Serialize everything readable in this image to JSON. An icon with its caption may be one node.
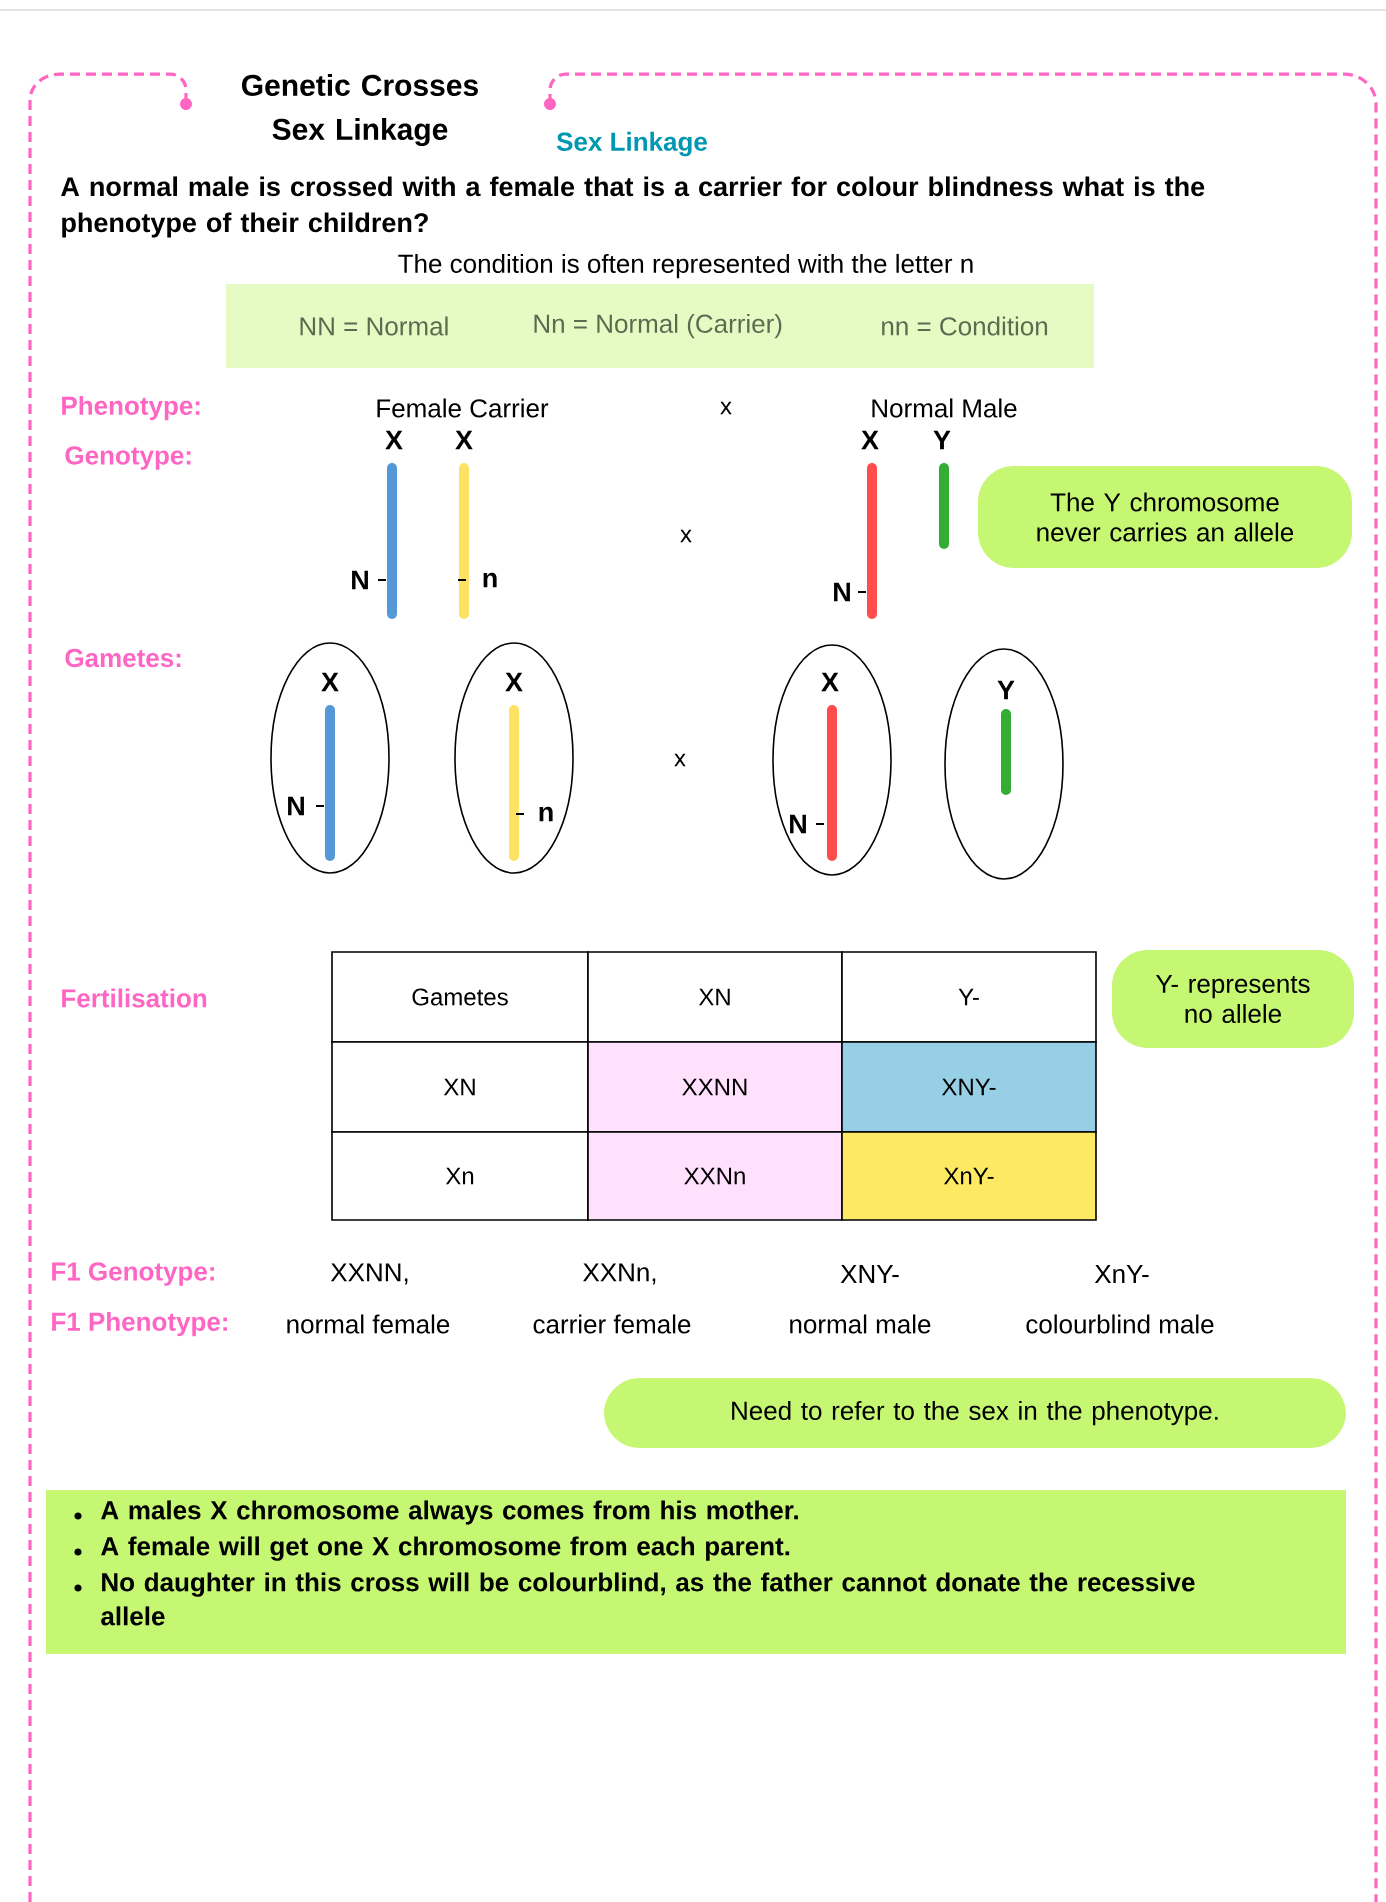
{
  "diagram": {
    "title": "Genetic Crosses Sex Linkage",
    "nodes": [
      {
        "text": [
          "NN = Normal",
          "Nn = Normal (Carrier)",
          "nn = Condition"
        ]
      },
      {
        "text": [
          "The Y chromosome never carries an allele"
        ]
      },
      {
        "text": [
          "X",
          "N"
        ]
      },
      {
        "text": [
          "X",
          "n"
        ]
      },
      {
        "text": [
          "X",
          "N"
        ]
      },
      {
        "text": [
          "Y"
        ]
      },
      {
        "text": [
          "Y- represents no allele"
        ]
      },
      {
        "text": [
          "Need to refer to the sex in the phenotype."
        ]
      },
      {
        "text": [
          "A males X chromosome always comes from his mother.",
          "A female will get one X chromosome from each parent.",
          "No daughter in this cross will be colourblind, as the father cannot donate the recessive allele"
        ]
      }
    ],
    "labels": [
      "Sex Linkage",
      "A normal male is crossed with a female that is a carrier for colour blindness what is the phenotype of their children?",
      "The condition is often represented with the letter n",
      "Phenotype:",
      "Female Carrier",
      "x",
      "Normal  Male",
      "Genotype:",
      "X",
      "X",
      "X",
      "Y",
      "N",
      "n",
      "x",
      "N",
      "Gametes:",
      "x",
      "Fertilisation",
      "Gametes",
      "XN",
      "Y-",
      "XN",
      "XXNN",
      "XNY-",
      "Xn",
      "XXNn",
      "XnY-",
      "F1 Genotype:",
      "XXNN,",
      "XXNn,",
      "XNY-",
      "XnY-",
      "F1 Phenotype:",
      "normal female",
      "carrier female",
      "normal male",
      "colourblind male"
    ]
  }
}
